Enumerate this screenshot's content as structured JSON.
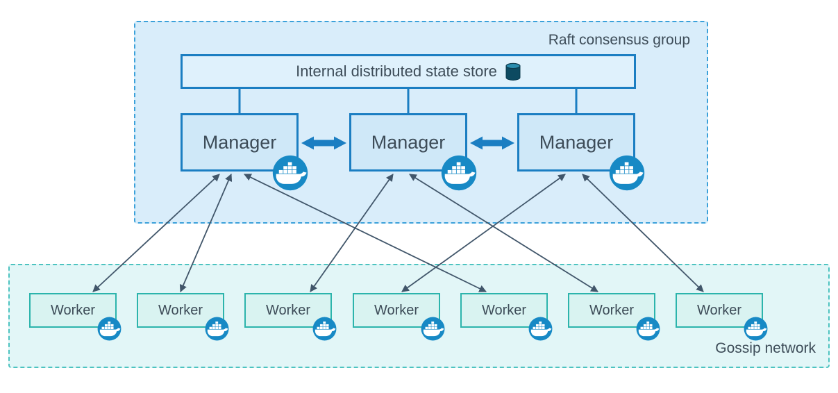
{
  "raft_group": {
    "label": "Raft consensus group",
    "state_store": {
      "label": "Internal distributed state store",
      "icon": "database-cylinder-icon"
    },
    "managers": [
      {
        "label": "Manager",
        "icon": "docker-whale-icon"
      },
      {
        "label": "Manager",
        "icon": "docker-whale-icon"
      },
      {
        "label": "Manager",
        "icon": "docker-whale-icon"
      }
    ]
  },
  "gossip_network": {
    "label": "Gossip network",
    "workers": [
      {
        "label": "Worker",
        "icon": "docker-whale-icon"
      },
      {
        "label": "Worker",
        "icon": "docker-whale-icon"
      },
      {
        "label": "Worker",
        "icon": "docker-whale-icon"
      },
      {
        "label": "Worker",
        "icon": "docker-whale-icon"
      },
      {
        "label": "Worker",
        "icon": "docker-whale-icon"
      },
      {
        "label": "Worker",
        "icon": "docker-whale-icon"
      },
      {
        "label": "Worker",
        "icon": "docker-whale-icon"
      }
    ]
  },
  "connections": {
    "manager_to_manager": [
      [
        0,
        1
      ],
      [
        1,
        2
      ]
    ],
    "manager_to_worker": [
      [
        0,
        0
      ],
      [
        0,
        1
      ],
      [
        0,
        4
      ],
      [
        1,
        2
      ],
      [
        1,
        5
      ],
      [
        2,
        3
      ],
      [
        2,
        6
      ]
    ],
    "style": "double-headed arrows"
  },
  "colors": {
    "raft_fill": "#d9edfa",
    "raft_border": "#3ba1da",
    "store_fill": "#dff1fc",
    "manager_fill": "#cfe8f8",
    "blue_border": "#1b7ec2",
    "gossip_fill": "#e2f6f7",
    "gossip_border": "#4dc3c0",
    "worker_fill": "#d9f3f1",
    "worker_border": "#2cb4ac",
    "docker_blue": "#1789c5",
    "arrow": "#41566a",
    "text": "#3d4c58"
  }
}
